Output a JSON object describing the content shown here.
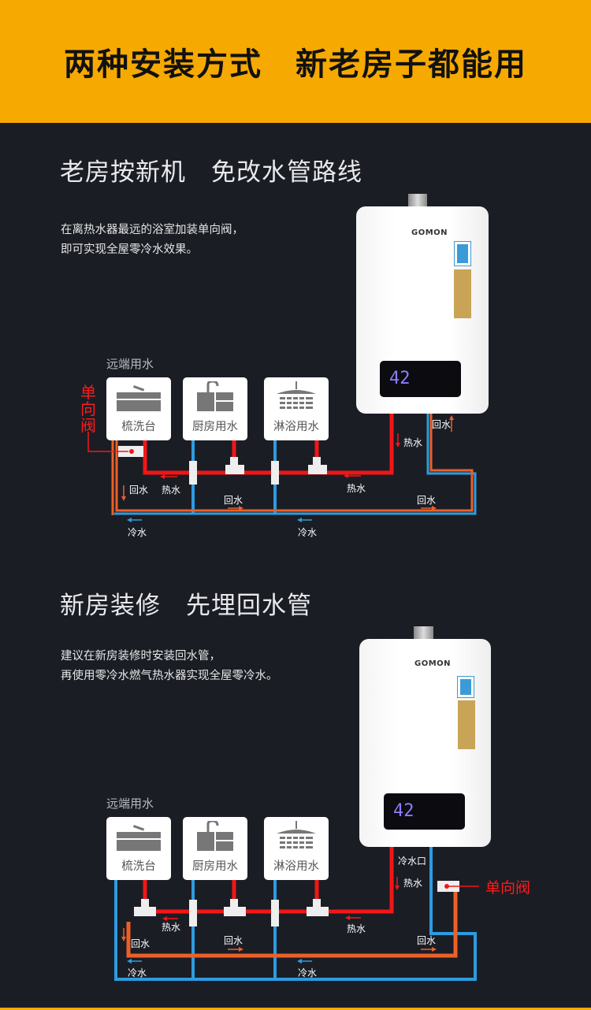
{
  "header": {
    "title": "两种安装方式　新老房子都能用"
  },
  "colors": {
    "header_bg": "#f6a900",
    "hot": "#f21616",
    "cold": "#2d9be0",
    "return": "#ec6028",
    "background": "#1b1d25"
  },
  "heater": {
    "brand": "GOMON",
    "display_temp": "42"
  },
  "section1": {
    "title": "老房按新机　免改水管路线",
    "para": [
      "在离热水器最远的浴室加装单向阀，",
      "即可实现全屋零冷水效果。"
    ],
    "remote_label": "远端用水",
    "fixtures": [
      "梳洗台",
      "厨房用水",
      "淋浴用水"
    ],
    "valve_label": "单向阀",
    "labels": {
      "return_down": "回水",
      "hot_left": "热水",
      "return_mid": "回水",
      "hot_right": "热水",
      "return_right": "回水",
      "cold_left": "冷水",
      "cold_mid": "冷水",
      "hot_heater": "热水",
      "return_heater": "回水"
    }
  },
  "section2": {
    "title": "新房装修　先埋回水管",
    "para": [
      "建议在新房装修时安装回水管，",
      "再使用零冷水燃气热水器实现全屋零冷水。"
    ],
    "remote_label": "远端用水",
    "fixtures": [
      "梳洗台",
      "厨房用水",
      "淋浴用水"
    ],
    "valve_label": "单向阀",
    "labels": {
      "cold_inlet": "冷水口",
      "hot_heater": "热水",
      "hot_left": "热水",
      "return_down": "回水",
      "return_mid": "回水",
      "hot_right": "热水",
      "return_right": "回水",
      "cold_left": "冷水",
      "cold_mid": "冷水"
    }
  }
}
